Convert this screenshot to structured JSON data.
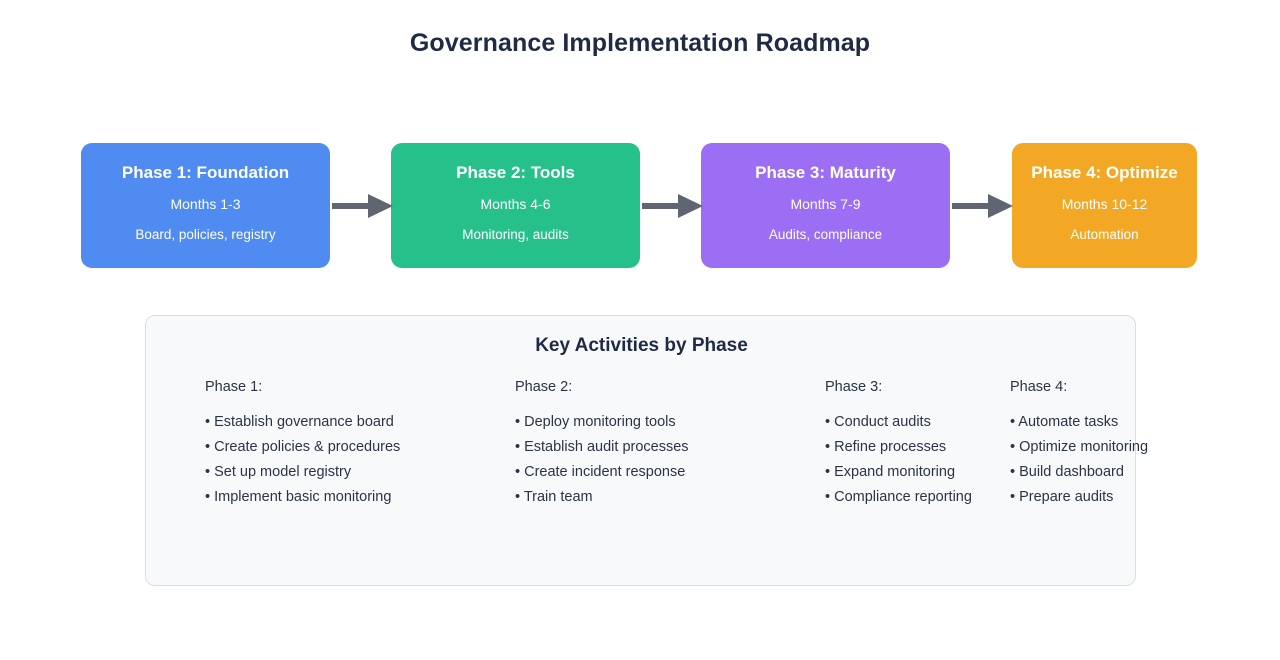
{
  "title": "Governance Implementation Roadmap",
  "colors": {
    "phase1": "#4f8bf0",
    "phase2": "#26c08a",
    "phase3": "#9b6ef3",
    "phase4": "#f2a825",
    "arrow": "#5f6672",
    "panel_bg": "#f7f9fb",
    "panel_border": "#d9dde4",
    "heading_text": "#1f2a44",
    "body_text": "#2b3445"
  },
  "phases": [
    {
      "title": "Phase 1: Foundation",
      "months": "Months 1-3",
      "desc": "Board, policies, registry"
    },
    {
      "title": "Phase 2: Tools",
      "months": "Months 4-6",
      "desc": "Monitoring, audits"
    },
    {
      "title": "Phase 3: Maturity",
      "months": "Months 7-9",
      "desc": "Audits, compliance"
    },
    {
      "title": "Phase 4: Optimize",
      "months": "Months 10-12",
      "desc": "Automation"
    }
  ],
  "arrows": [
    {
      "name": "arrow-phase1-to-phase2"
    },
    {
      "name": "arrow-phase2-to-phase3"
    },
    {
      "name": "arrow-phase3-to-phase4"
    }
  ],
  "activities": {
    "heading": "Key Activities by Phase",
    "columns": [
      {
        "header": "Phase 1:",
        "items": [
          "• Establish governance board",
          "• Create policies & procedures",
          "• Set up model registry",
          "• Implement basic monitoring"
        ]
      },
      {
        "header": "Phase 2:",
        "items": [
          "• Deploy monitoring tools",
          "• Establish audit processes",
          "• Create incident response",
          "• Train team"
        ]
      },
      {
        "header": "Phase 3:",
        "items": [
          "• Conduct audits",
          "• Refine processes",
          "• Expand monitoring",
          "• Compliance reporting"
        ]
      },
      {
        "header": "Phase 4:",
        "items": [
          "• Automate tasks",
          "• Optimize monitoring",
          "• Build dashboard",
          "• Prepare audits"
        ]
      }
    ]
  }
}
